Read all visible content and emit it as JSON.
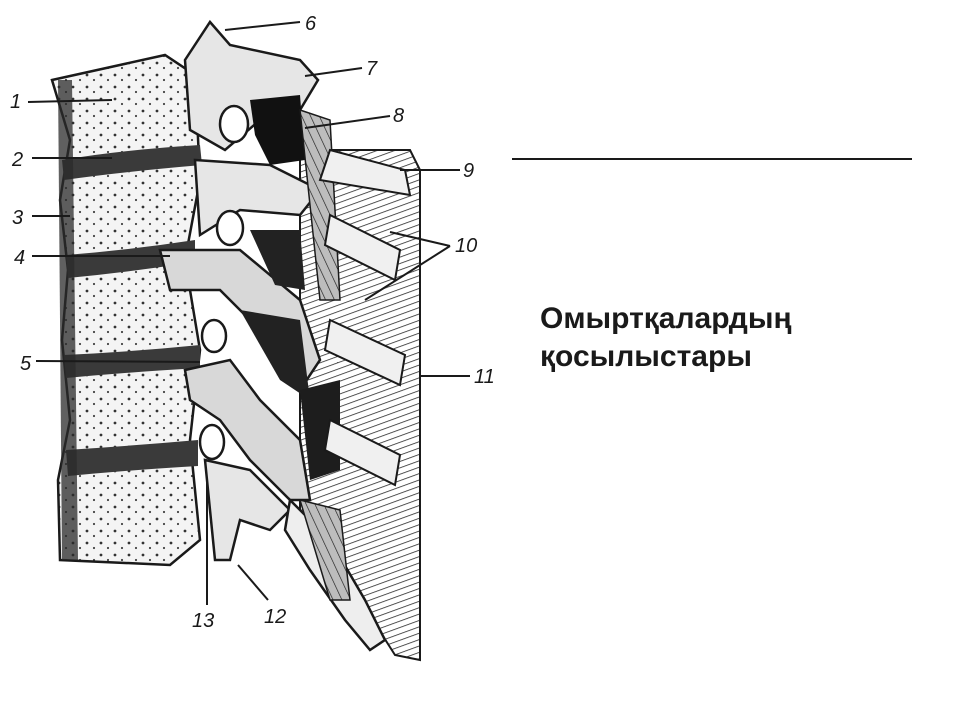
{
  "slide": {
    "title_lines": [
      "Омыртқалардың",
      "қосылыстары"
    ],
    "line_color": "#1a1a1a",
    "text_color": "#1a1a1a"
  },
  "figure": {
    "labels": [
      "1",
      "2",
      "3",
      "4",
      "5",
      "6",
      "7",
      "8",
      "9",
      "10",
      "11",
      "12",
      "13"
    ]
  }
}
